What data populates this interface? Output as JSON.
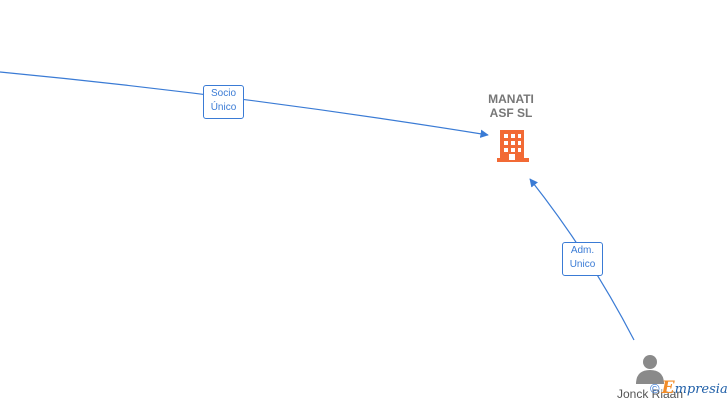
{
  "colors": {
    "edge": "#3a7bd5",
    "company_icon": "#f26a35",
    "person_icon": "#8a8a8a",
    "brand_e": "#f28c28"
  },
  "nodes": {
    "company": {
      "line1": "MANATI",
      "line2": "ASF  SL",
      "icon": "building-icon"
    },
    "person": {
      "name": "Jonck Riaan",
      "icon": "person-icon"
    }
  },
  "edges": [
    {
      "label_line1": "Socio",
      "label_line2": "Único"
    },
    {
      "label_line1": "Adm.",
      "label_line2": "Unico"
    }
  ],
  "watermark": {
    "copyright": "©",
    "brand_first": "E",
    "brand_rest": "mpresia"
  }
}
